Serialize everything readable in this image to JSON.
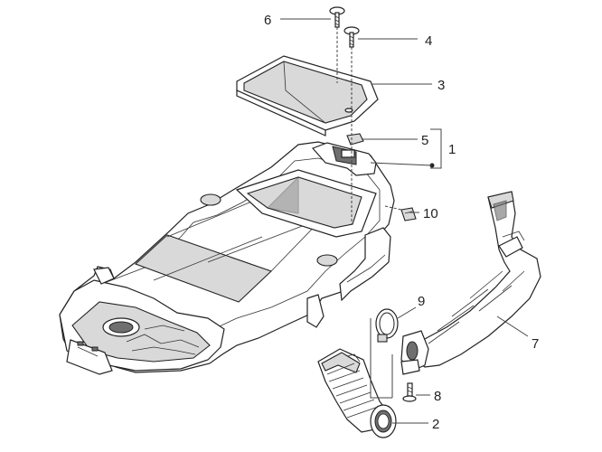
{
  "callouts": [
    {
      "id": "c6",
      "label": "6"
    },
    {
      "id": "c4",
      "label": "4"
    },
    {
      "id": "c3",
      "label": "3"
    },
    {
      "id": "c5",
      "label": "5"
    },
    {
      "id": "c1",
      "label": "1"
    },
    {
      "id": "c10",
      "label": "10"
    },
    {
      "id": "c9",
      "label": "9"
    },
    {
      "id": "c7",
      "label": "7"
    },
    {
      "id": "c8",
      "label": "8"
    },
    {
      "id": "c2",
      "label": "2"
    }
  ]
}
